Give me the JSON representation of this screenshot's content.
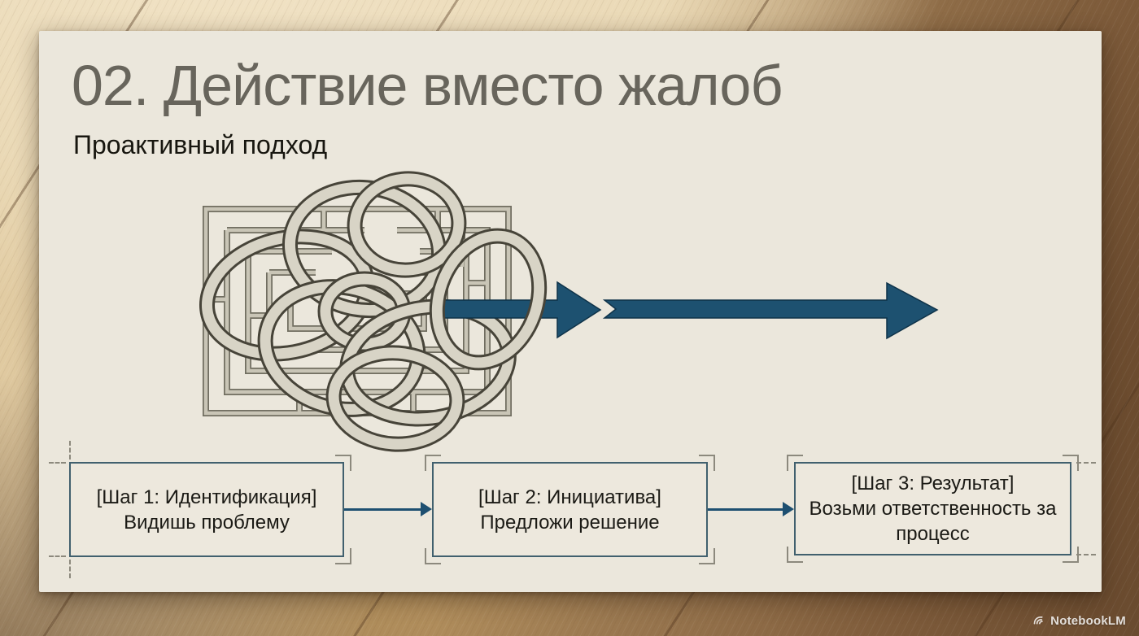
{
  "slide": {
    "title": "02. Действие вместо жалоб",
    "subtitle": "Проактивный подход",
    "steps": [
      {
        "header": "[Шаг 1: Идентификация]",
        "body": "Видишь проблему"
      },
      {
        "header": "[Шаг 2: Инициатива]",
        "body": "Предложи решение"
      },
      {
        "header": "[Шаг 3: Результат]",
        "body": "Возьми ответственность за процесс"
      }
    ],
    "illustration": {
      "description": "maze with tangled knot and blue arrow pointing right",
      "icon_names": [
        "maze-icon",
        "tangled-knot-icon",
        "forward-arrow-icon"
      ]
    }
  },
  "watermark": {
    "label": "NotebookLM"
  },
  "colors": {
    "accent_blue": "#1d5170",
    "slide_background": "#ebe7dc",
    "box_border": "#41606e",
    "guide_gray": "#8c897d",
    "title_gray": "#68655c",
    "text_dark": "#1b1a15",
    "maze_wall": "#c9c5b6",
    "rope": "#d8d4c6",
    "wood_light": "#e7d3ab",
    "wood_dark": "#6e4f33"
  }
}
